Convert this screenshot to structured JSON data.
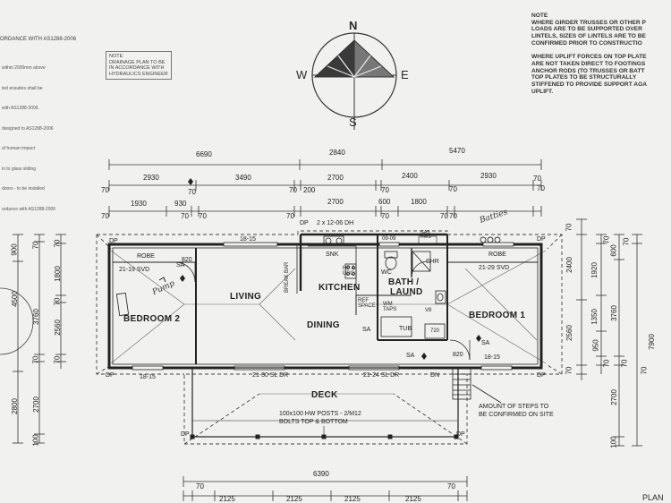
{
  "notes_left": {
    "title": "ORDANCE WITH AS1288-2006",
    "lines": [
      "within 2000mm above",
      "ted ensuites shall be",
      "with AS1288-2006.",
      "designed to AS1288-2006",
      "of human impact",
      "in to glass sliding",
      "doors - to be installed",
      "ordance with AS1288-2006"
    ]
  },
  "drainage_note": "NOTE\nDRAINAGE PLAN TO BE\nIN ACCORDANCE WITH\nHYDRAULICS ENGINEER",
  "note_right": "NOTE\nWHERE GIRDER TRUSSES OR OTHER P\nLOADS ARE TO BE SUPPORTED OVER\nLINTELS, SIZES OF LINTELS ARE TO BE\nCONFIRMED PRIOR TO CONSTRUCTIO\n\nWHERE UPLIFT FORCES ON TOP PLATE\nARE NOT TAKEN DIRECT TO FOOTINGS\nANCHOR RODS (TO TRUSSES OR BATT\nTOP PLATES TO BE STRUCTURALLY\nSTIFFENED TO PROVIDE SUPPORT AGA\nUPLIFT.",
  "compass": {
    "n": "N",
    "s": "S",
    "e": "E",
    "w": "W"
  },
  "top_dims": {
    "row1": [
      "6690",
      "2840",
      "5470"
    ],
    "row2": [
      "2930",
      "70",
      "3490",
      "70",
      "200",
      "2700",
      "70",
      "2400",
      "70",
      "2930",
      "70",
      "70"
    ],
    "row3": [
      "1930",
      "930",
      "70",
      "70",
      "70",
      "2700",
      "70",
      "600",
      "1800",
      "70",
      "70",
      "70",
      "70"
    ]
  },
  "left_dims": {
    "outer": [
      "900",
      "4500",
      "2800"
    ],
    "mid": [
      "70",
      "3760",
      "70",
      "2700",
      "100"
    ],
    "inner": [
      "70",
      "1800",
      "70",
      "2560",
      "70"
    ]
  },
  "right_dims": {
    "a": [
      "70",
      "2400",
      "2560",
      "70"
    ],
    "b": [
      "70",
      "1920",
      "1350",
      "950",
      "70"
    ],
    "c": [
      "600",
      "3760",
      "70",
      "2700",
      "100"
    ],
    "d": [
      "70",
      "7900"
    ],
    "e": [
      "70"
    ]
  },
  "bottom_dims": {
    "total": "6390",
    "ends": [
      "70",
      "70"
    ],
    "bays": [
      "2125",
      "2125",
      "2125",
      "2125"
    ]
  },
  "rooms": {
    "bedroom2": "BEDROOM 2",
    "living": "LIVING",
    "kitchen": "KITCHEN",
    "dining": "DINING",
    "bath": "BATH /",
    "laund": "LAUND",
    "bedroom1": "BEDROOM 1",
    "deck": "DECK"
  },
  "labels": {
    "robe_left": "ROBE",
    "robe_right": "ROBE",
    "svd_left": "21-19 SVD",
    "svd_right": "21-29 SVD",
    "window_top": "18-15",
    "window_bl": "18-15",
    "window_br": "18-15",
    "door_left": "820",
    "door_right": "820",
    "dp_tl": "DP",
    "dp_tr": "DP",
    "dp_bl": "DP",
    "dp_br": "DP",
    "dp_top": "DP",
    "dh": "2 x 12-06 DH",
    "snk": "SNK",
    "hp_ubo": "HP &\nUBO",
    "ref_space": "REF\nSPACE",
    "wm_taps": "WM\nTAPS",
    "tub": "TUB",
    "v8": "V8",
    "w_720": "720",
    "wc": "WC",
    "win_0909": "09-09",
    "gas_hws": "GAS\nHWS",
    "shr": "SHR",
    "break_bar": "BREAK BAR",
    "sa_1": "SA",
    "sa_2": "SA",
    "sa_3": "SA",
    "sa_4": "SA",
    "sl_dr_1": "21-30 SL DR",
    "sl_dr_2": "21-24 SL DR",
    "dn": "DN",
    "posts": "100x100 HW POSTS - 2/M12",
    "bolts": "BOLTS TOP & BOTTOM",
    "steps_1": "AMOUNT OF STEPS TO",
    "steps_2": "BE CONFIRMED ON SITE",
    "dp_deck_l": "DP",
    "dp_deck_r": "DP",
    "plan": "PLAN"
  },
  "handwriting": {
    "pump": "Pump",
    "batteries": "Batties"
  }
}
